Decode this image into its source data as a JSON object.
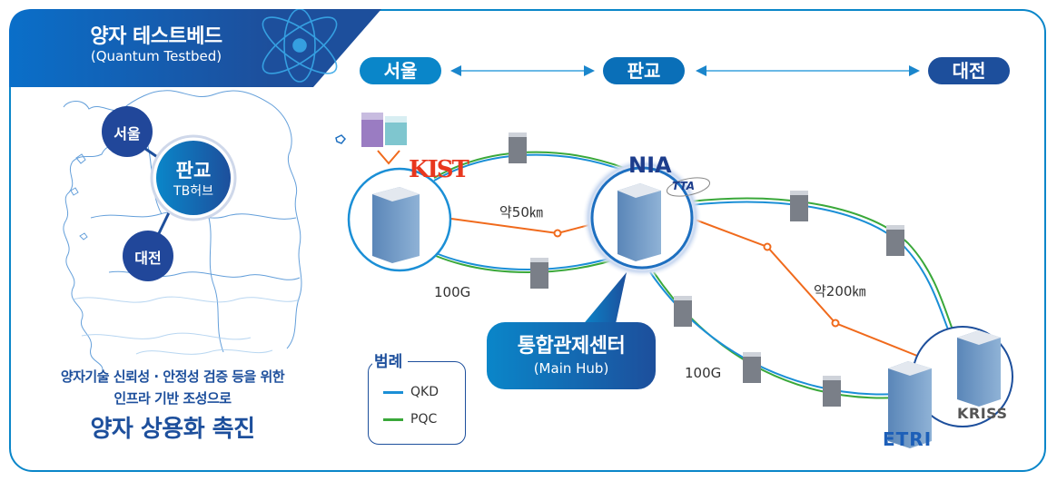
{
  "title": {
    "main": "양자 테스트베드",
    "sub": "(Quantum Testbed)"
  },
  "route": {
    "stops": [
      {
        "label": "서울",
        "color": "#0a86c9"
      },
      {
        "label": "판교",
        "color": "#0a6fb8"
      },
      {
        "label": "대전",
        "color": "#1d4f9c"
      }
    ]
  },
  "map": {
    "nodes": [
      {
        "label": "서울"
      },
      {
        "label": "판교",
        "sublabel": "TB허브"
      },
      {
        "label": "대전"
      }
    ]
  },
  "slogan": {
    "line1": "양자기술 신뢰성 · 안정성 검증 등을 위한",
    "line2": "인프라 기반 조성으로",
    "headline": "양자 상용화 촉진"
  },
  "network": {
    "sites": {
      "kist": "KIST",
      "nia": "NIA",
      "tta": "TTA",
      "etri": "ETRI",
      "kriss": "KRISS"
    },
    "distances": {
      "seoul_pangyo": "약50㎞",
      "pangyo_daejeon": "약200㎞"
    },
    "bandwidth": {
      "west": "100G",
      "east": "100G"
    },
    "hub": {
      "title": "통합관제센터",
      "subtitle": "(Main Hub)"
    }
  },
  "legend": {
    "title": "범례",
    "items": [
      {
        "label": "QKD",
        "color": "#1b8fd6"
      },
      {
        "label": "PQC",
        "color": "#3aa83a"
      }
    ]
  },
  "colors": {
    "frame": "#0a86c9",
    "navy": "#1d4f9c",
    "fiber": "#f06a1c"
  }
}
